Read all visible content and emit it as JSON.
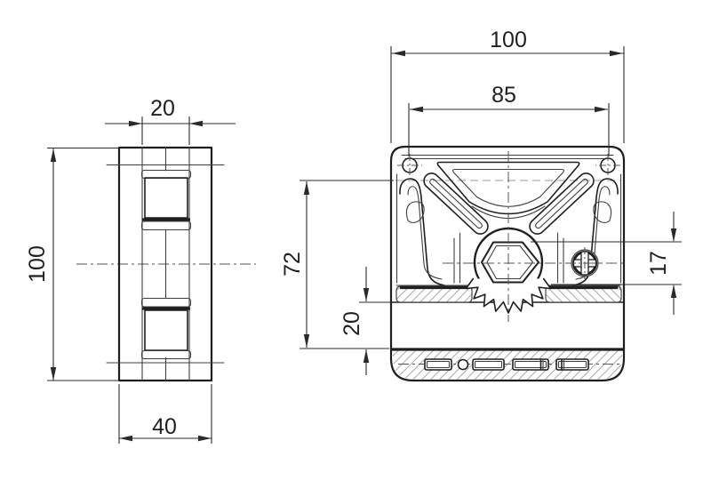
{
  "colors": {
    "background": "#ffffff",
    "main_line": "#1f1f1f",
    "thin_line": "#3f3f3f",
    "centerline": "#555555",
    "hidden_line": "#999999",
    "hatch_line": "#a8a8a8"
  },
  "side_view": {
    "dimensions": {
      "top_width": "20",
      "height": "100",
      "bottom_width": "40"
    }
  },
  "front_view": {
    "dimensions": {
      "overall_width": "100",
      "hole_spacing": "85",
      "center_height": "72",
      "lower_offset": "20",
      "hex_across_flats": "17"
    }
  }
}
